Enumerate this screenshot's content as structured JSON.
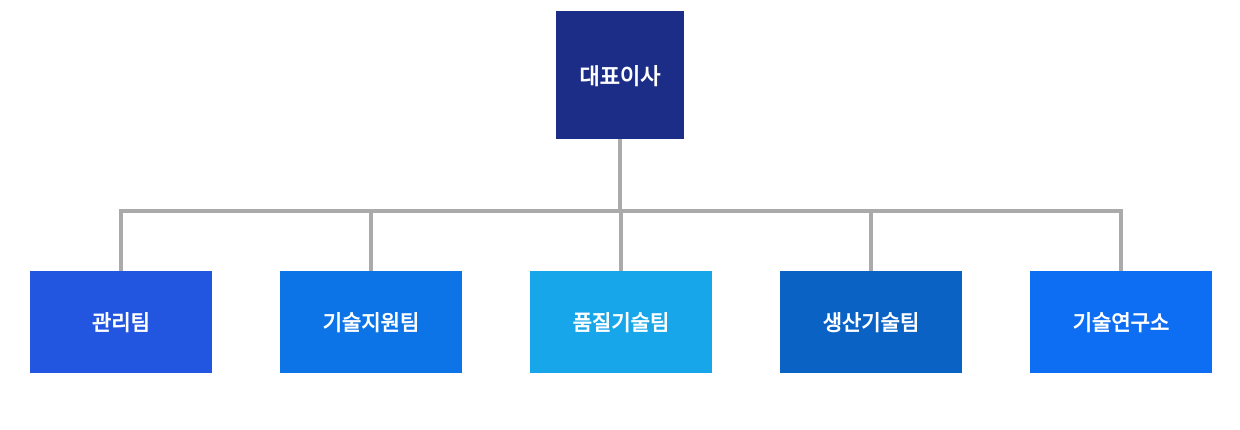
{
  "org_chart": {
    "root": {
      "label": "대표이사",
      "color": "#1B2D87",
      "text_color": "#FFFFFF"
    },
    "children": [
      {
        "label": "관리팀",
        "color": "#2356E0",
        "text_color": "#FFFFFF"
      },
      {
        "label": "기술지원팀",
        "color": "#0D74E7",
        "text_color": "#FFFFFF"
      },
      {
        "label": "품질기술팀",
        "color": "#16A6E9",
        "text_color": "#FFFFFF"
      },
      {
        "label": "생산기술팀",
        "color": "#0B62C5",
        "text_color": "#FFFFFF"
      },
      {
        "label": "기술연구소",
        "color": "#0D6DF3",
        "text_color": "#FFFFFF"
      }
    ],
    "connector_color": "#AAAAAA",
    "background_color": "#FFFFFF"
  }
}
